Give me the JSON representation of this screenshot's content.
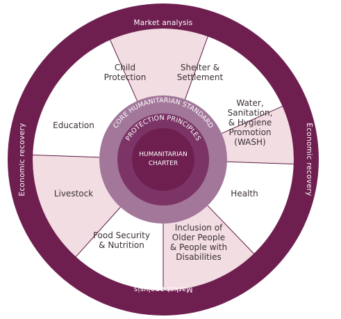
{
  "outer_ring": {
    "top": "Market analysis",
    "bottom": "Market analysis",
    "left": "Economic recovery",
    "right": "Economic recovery",
    "color": "#6e1f4f"
  },
  "core_ring": {
    "label": "CORE HUMANITARIAN STANDARD",
    "color": "#a2779a"
  },
  "protection_ring": {
    "label": "PROTECTION PRINCIPLES",
    "color": "#7c3466"
  },
  "center": {
    "lines": [
      "HUMANITARIAN",
      "CHARTER"
    ],
    "color": "#6e1f4f"
  },
  "segment_colors": {
    "pink": "#f2dde2",
    "white": "#ffffff",
    "divider": "#5c1a41"
  },
  "segments": [
    {
      "lines": [
        "Child",
        "Protection"
      ],
      "fill": "pink"
    },
    {
      "lines": [
        "Shelter &",
        "Settlement"
      ],
      "fill": "white"
    },
    {
      "lines": [
        "Water,",
        "Sanitation,",
        "& Hygiene",
        "Promotion",
        "(WASH)"
      ],
      "fill": "pink"
    },
    {
      "lines": [
        "Health"
      ],
      "fill": "white"
    },
    {
      "lines": [
        "Inclusion of",
        "Older People",
        "& People with",
        "Disabilities"
      ],
      "fill": "pink"
    },
    {
      "lines": [
        "Food Security",
        "& Nutrition"
      ],
      "fill": "white"
    },
    {
      "lines": [
        "Livestock"
      ],
      "fill": "pink"
    },
    {
      "lines": [
        "Education"
      ],
      "fill": "white"
    }
  ]
}
